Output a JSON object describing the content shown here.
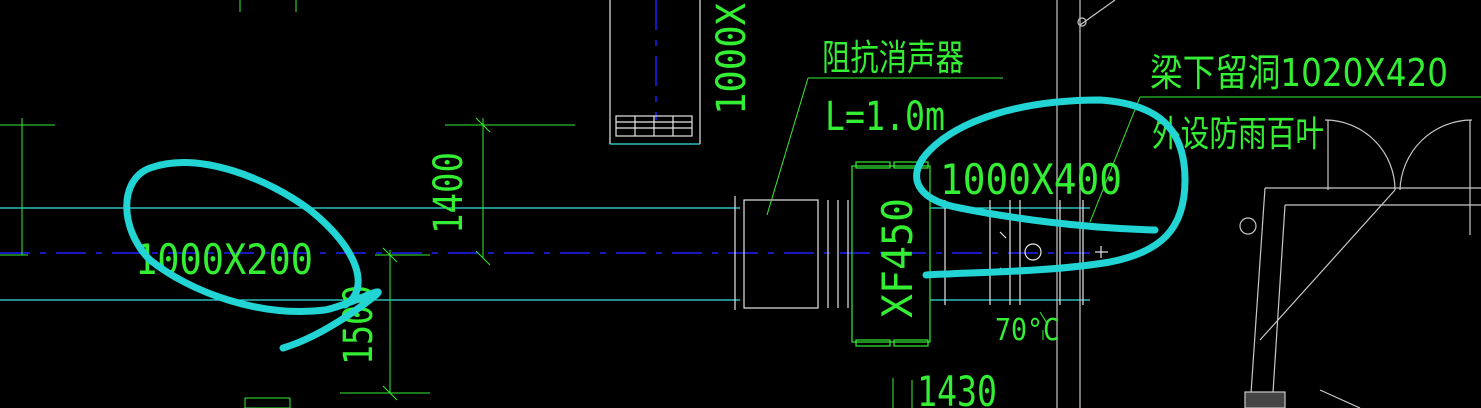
{
  "drawing": {
    "background": "#000000",
    "colors": {
      "duct_line": "#33e0e0",
      "dim_line": "#33ee33",
      "center_line": "#2020ff",
      "wall_line": "#c8c8c8",
      "annotation_marker": "#22d4d4"
    },
    "labels": {
      "silencer_label": "阻抗消声器",
      "silencer_length": "L=1.0m",
      "duct_size_left": "1000X200",
      "duct_size_right": "1000X400",
      "fan_code": "XF450",
      "dim_1400": "1400",
      "dim_1500": "1500",
      "dim_1430": "1430",
      "dim_vertical_top": "1000X",
      "damper_temp": "70°C",
      "opening_note": "梁下留洞1020X420",
      "louver_note": "外设防雨百叶"
    }
  }
}
